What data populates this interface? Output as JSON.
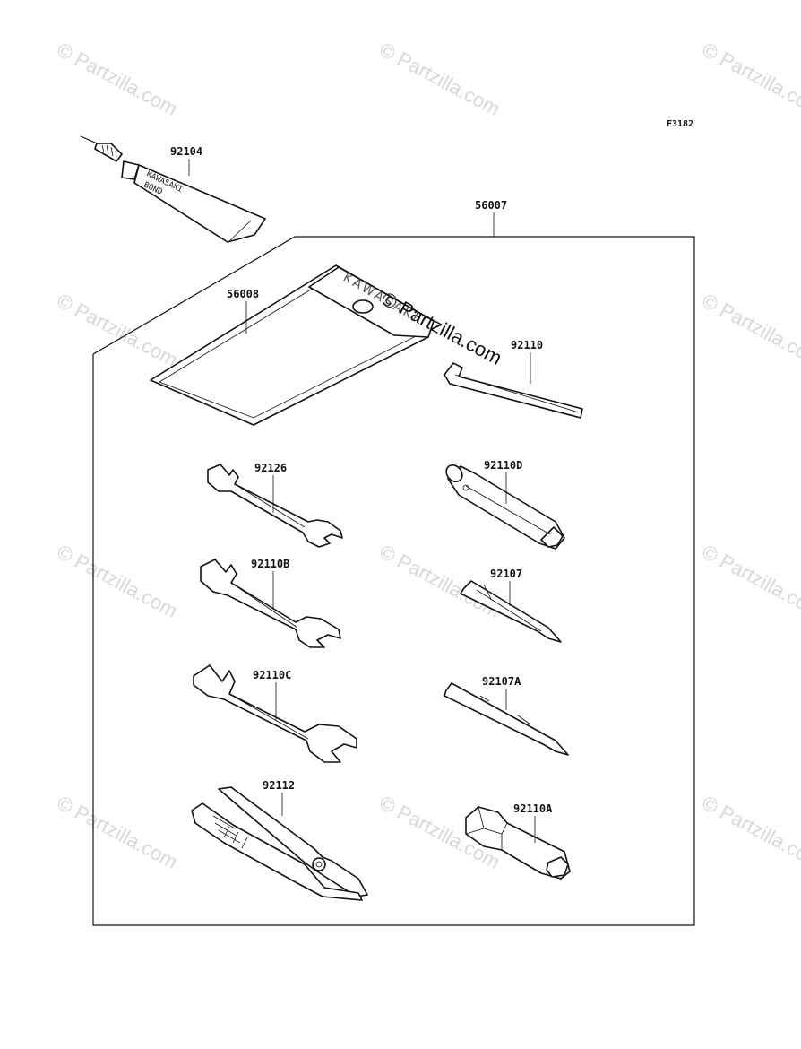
{
  "figure_code": "F3182",
  "watermark": "© Partzilla.com",
  "watermark_main": "© Partzilla.com",
  "tube_label": [
    "KAWASAKI",
    "BOND"
  ],
  "pouch_label": "KAWASAKI",
  "parts": [
    {
      "id": "92104"
    },
    {
      "id": "56007"
    },
    {
      "id": "56008"
    },
    {
      "id": "92110"
    },
    {
      "id": "92126"
    },
    {
      "id": "92110D"
    },
    {
      "id": "92110B"
    },
    {
      "id": "92107"
    },
    {
      "id": "92110C"
    },
    {
      "id": "92107A"
    },
    {
      "id": "92112"
    },
    {
      "id": "92110A"
    }
  ]
}
